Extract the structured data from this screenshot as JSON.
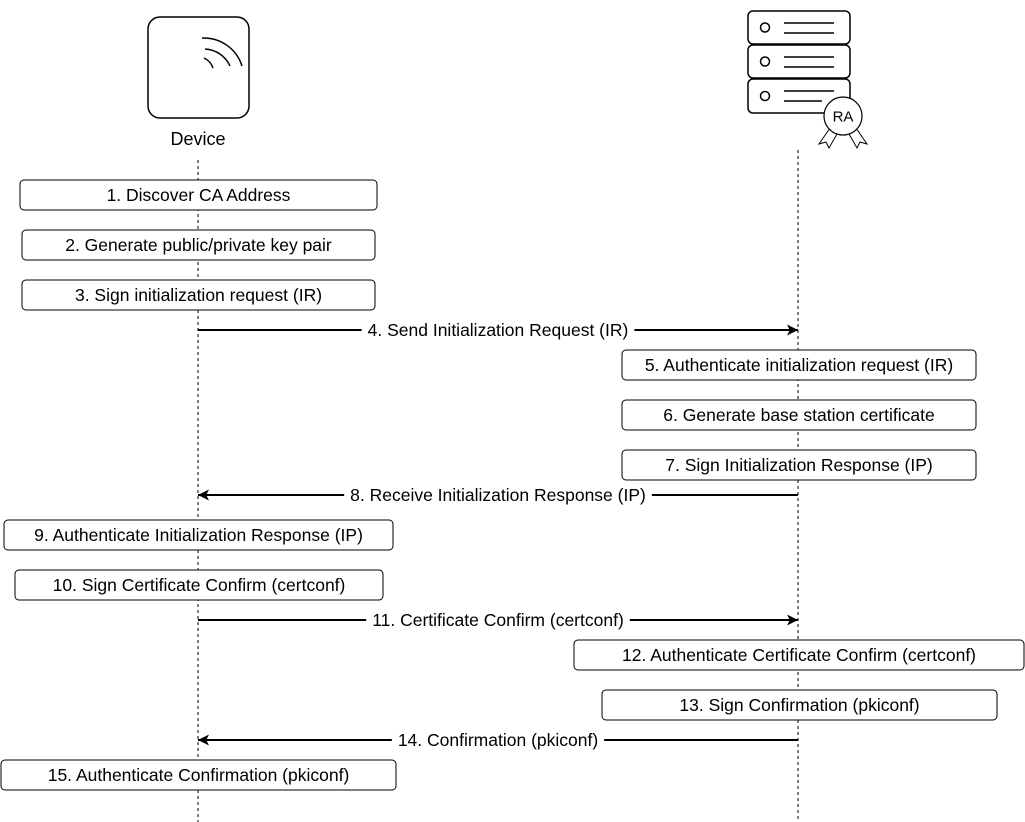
{
  "participants": {
    "device": {
      "label": "Device",
      "icon": "wireless-device-icon"
    },
    "ra": {
      "badge": "RA",
      "icon": "server-stack-icon"
    }
  },
  "steps": [
    {
      "kind": "local",
      "actor": "device",
      "label": "1. Discover CA Address"
    },
    {
      "kind": "local",
      "actor": "device",
      "label": "2. Generate public/private key pair"
    },
    {
      "kind": "local",
      "actor": "device",
      "label": "3. Sign initialization request (IR)"
    },
    {
      "kind": "message",
      "from": "device",
      "to": "ra",
      "label": "4. Send Initialization Request (IR)"
    },
    {
      "kind": "local",
      "actor": "ra",
      "label": "5. Authenticate initialization request (IR)"
    },
    {
      "kind": "local",
      "actor": "ra",
      "label": "6. Generate base station certificate"
    },
    {
      "kind": "local",
      "actor": "ra",
      "label": "7. Sign Initialization Response (IP)"
    },
    {
      "kind": "message",
      "from": "ra",
      "to": "device",
      "label": "8. Receive Initialization Response (IP)"
    },
    {
      "kind": "local",
      "actor": "device",
      "label": "9. Authenticate Initialization Response (IP)"
    },
    {
      "kind": "local",
      "actor": "device",
      "label": "10. Sign Certificate Confirm (certconf)"
    },
    {
      "kind": "message",
      "from": "device",
      "to": "ra",
      "label": "11. Certificate Confirm (certconf)"
    },
    {
      "kind": "local",
      "actor": "ra",
      "label": "12. Authenticate Certificate Confirm (certconf)"
    },
    {
      "kind": "local",
      "actor": "ra",
      "label": "13. Sign Confirmation (pkiconf)"
    },
    {
      "kind": "message",
      "from": "ra",
      "to": "device",
      "label": "14. Confirmation (pkiconf)"
    },
    {
      "kind": "local",
      "actor": "device",
      "label": "15. Authenticate Confirmation (pkiconf)"
    }
  ]
}
